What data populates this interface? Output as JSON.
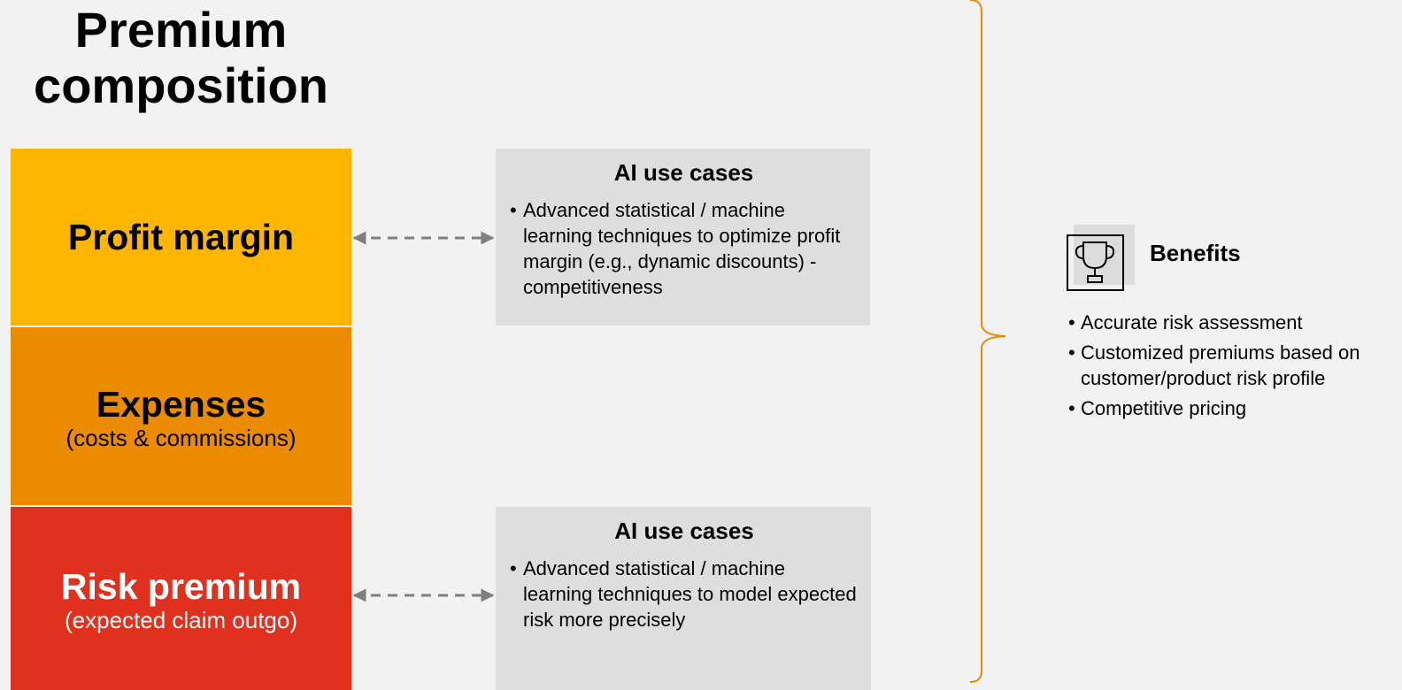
{
  "title": "Premium composition",
  "blocks": {
    "profit": {
      "label": "Profit margin",
      "sublabel": ""
    },
    "expenses": {
      "label": "Expenses",
      "sublabel": "(costs & commissions)"
    },
    "risk": {
      "label": "Risk premium",
      "sublabel": "(expected claim outgo)"
    }
  },
  "use_cases": [
    {
      "title": "AI use cases",
      "items": [
        "Advanced statistical / machine learning techniques to optimize profit margin (e.g., dynamic discounts) - competitiveness"
      ]
    },
    {
      "title": "AI use cases",
      "items": [
        "Advanced statistical / machine learning techniques to model expected risk more precisely"
      ]
    }
  ],
  "benefits": {
    "title": "Benefits",
    "icon": "trophy-icon",
    "items": [
      "Accurate risk assessment",
      "Customized premiums based on customer/product risk profile",
      "Competitive pricing"
    ]
  },
  "colors": {
    "background": "#f2f2f2",
    "profit": "#ffb600",
    "expenses": "#eb8c00",
    "risk": "#e0301e",
    "use_case_box": "#dedede",
    "bracket": "#eb8c00",
    "arrow": "#7f7f7f"
  }
}
